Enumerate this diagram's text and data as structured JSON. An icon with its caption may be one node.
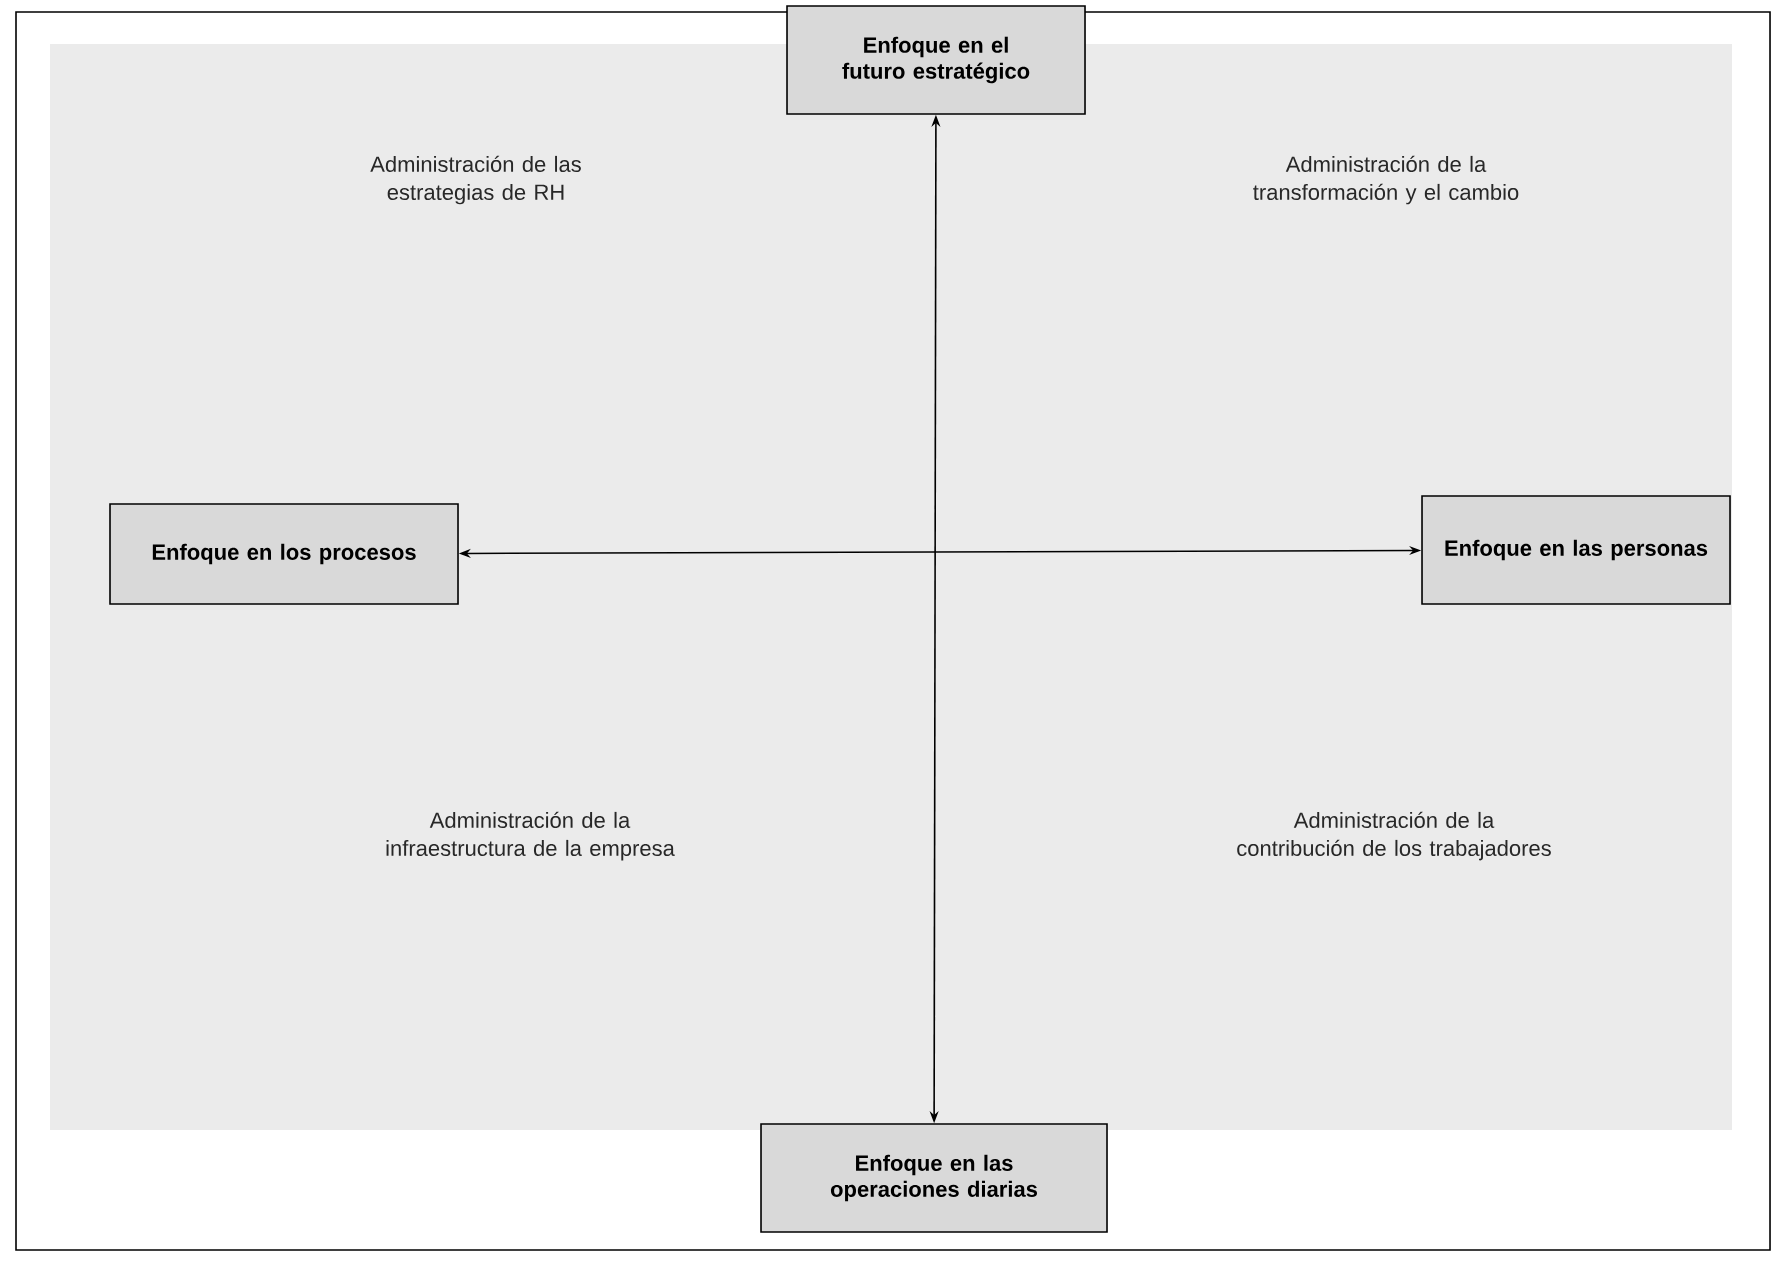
{
  "diagram": {
    "nodes": [
      {
        "text": [
          "Enfoque en el futuro estratégico"
        ]
      },
      {
        "text": [
          "Enfoque en los procesos"
        ]
      },
      {
        "text": [
          "Enfoque en las personas"
        ]
      },
      {
        "text": [
          "Enfoque en las operaciones diarias"
        ]
      }
    ],
    "edges": [
      {
        "from": 0,
        "to": 3,
        "arrow": "both"
      },
      {
        "from": 1,
        "to": 2,
        "arrow": "both"
      }
    ],
    "labels": [
      "Administración de las estrategias de RH",
      "Administración de la transformación y el cambio",
      "Administración de la infraestructura de la empresa",
      "Administración de la contribución de los trabajadores"
    ]
  }
}
